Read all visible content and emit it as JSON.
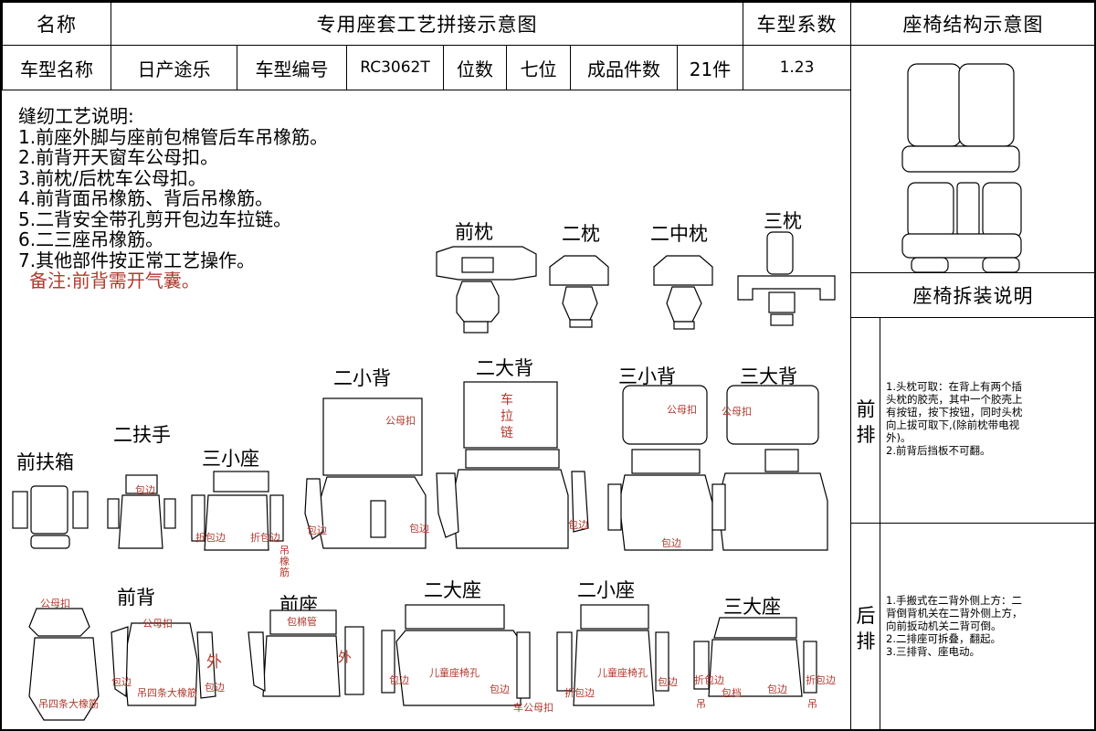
{
  "header": {
    "name_label": "名称",
    "title": "专用座套工艺拼接示意图",
    "coef_label": "车型系数",
    "structure_label": "座椅结构示意图",
    "model_name_label": "车型名称",
    "model_name": "日产途乐",
    "model_code_label": "车型编号",
    "model_code": "RC3062T",
    "seats_label": "位数",
    "seats": "七位",
    "count_label": "成品件数",
    "count": "21件",
    "coef": "1.23"
  },
  "instructions": {
    "heading": "缝纫工艺说明:",
    "items": [
      "1.前座外脚与座前包棉管后车吊橡筋。",
      "2.前背开天窗车公母扣。",
      "3.前枕/后枕车公母扣。",
      "4.前背面吊橡筋、背后吊橡筋。",
      "5.二背安全带孔剪开包边车拉链。",
      "6.二三座吊橡筋。",
      "7.其他部件按正常工艺操作。"
    ],
    "remark": "备注:前背需开气囊。"
  },
  "disassembly": {
    "title": "座椅拆装说明",
    "front_label": [
      "前",
      "排"
    ],
    "front_notes": [
      "1.头枕可取：在背上有两个插",
      "头枕的胶壳，其中一个胶壳上",
      "有按钮，按下按钮，同时头枕",
      "向上拔可取下,(除前枕带电视",
      "外)。",
      "2.前背后挡板不可翻。"
    ],
    "rear_label": [
      "后",
      "排"
    ],
    "rear_notes": [
      "1.手搬式在二背外侧上方：二",
      "背倒背机关在二背外侧上方，",
      "向前扳动机关二背可倒。",
      "2.二排座可拆叠，翻起。",
      "3.三排背、座电动。"
    ]
  },
  "parts": {
    "front_headrest": "前枕",
    "second_headrest": "二枕",
    "second_mid_headrest": "二中枕",
    "third_headrest": "三枕",
    "second_small_back": "二小背",
    "second_big_back": "二大背",
    "third_small_back": "三小背",
    "third_big_back": "三大背",
    "second_armrest": "二扶手",
    "front_armrest_box": "前扶箱",
    "third_small_seat": "三小座",
    "front_back": "前背",
    "front_seat": "前座",
    "second_big_seat": "二大座",
    "second_small_seat": "二小座",
    "third_big_seat": "三大座"
  },
  "annotations": {
    "snap_buttons": "公母扣",
    "zipper_v": [
      "车",
      "拉",
      "链"
    ],
    "binding": "包边",
    "fold_binding": "折包边",
    "elastic_v": [
      "吊",
      "橡",
      "筋"
    ],
    "four_elastics": "吊四条大橡筋",
    "padded_tube": "包棉管",
    "outer": "外",
    "child_seat": "儿童座椅孔",
    "car_snaps": "车公母扣",
    "crotch": "包档"
  }
}
